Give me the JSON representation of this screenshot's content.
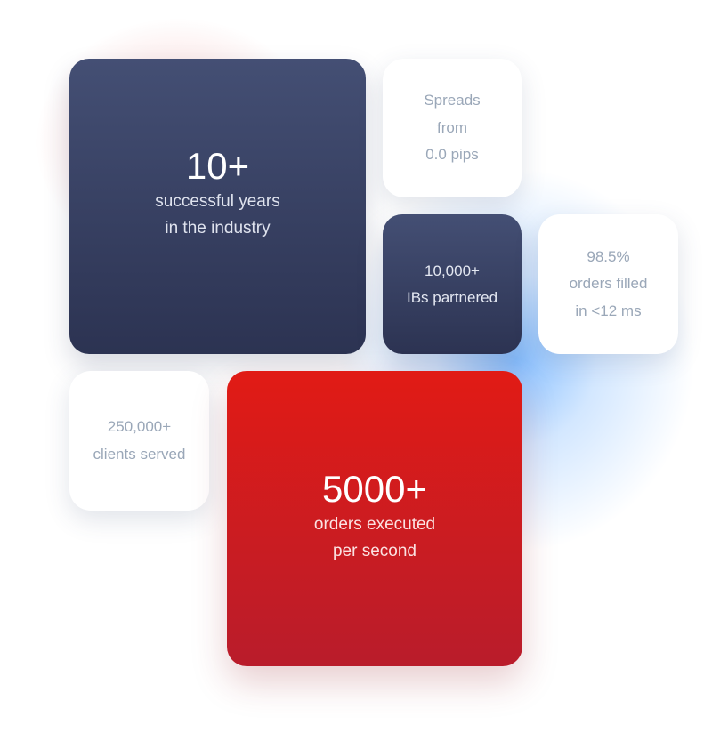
{
  "years": {
    "number": "10+",
    "lines": [
      "successful years",
      "in the industry"
    ]
  },
  "spreads": {
    "lines": [
      "Spreads",
      "from",
      "0.0 pips"
    ]
  },
  "ibs": {
    "lines": [
      "10,000+",
      "IBs partnered"
    ]
  },
  "fill": {
    "lines": [
      "98.5%",
      "orders filled",
      "in <12 ms"
    ]
  },
  "clients": {
    "lines": [
      "250,000+",
      "clients served"
    ]
  },
  "orders": {
    "number": "5000+",
    "lines": [
      "orders executed",
      "per second"
    ]
  },
  "colors": {
    "dark": "#3a4366",
    "red": "#d61c1f",
    "muted": "#9aa7b8"
  }
}
